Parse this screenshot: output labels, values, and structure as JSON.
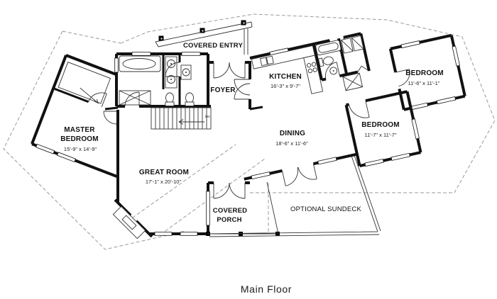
{
  "plan": {
    "caption": "Main Floor",
    "colors": {
      "walls": "#111111",
      "fixtures": "#333333",
      "roof_dashed": "#9a9a9a",
      "background": "#ffffff"
    },
    "labels": {
      "covered_entry": "COVERED ENTRY",
      "foyer": "FOYER",
      "kitchen": "KITCHEN",
      "kitchen_dims": "16'-3\" x 9'-7\"",
      "bedroom_right": "BEDROOM",
      "bedroom_right_dims": "11'-6\" x 11'-1\"",
      "master_line1": "MASTER",
      "master_line2": "BEDROOM",
      "master_dims": "15'-9\" x 14'-9\"",
      "dining": "DINING",
      "dining_dims": "18'-6\" x 11'-6\"",
      "bedroom_mid": "BEDROOM",
      "bedroom_mid_dims": "11'-7\" x 11'-7\"",
      "great_room": "GREAT ROOM",
      "great_room_dims": "17'-1\" x 20'-10\"",
      "porch_line1": "COVERED",
      "porch_line2": "PORCH",
      "sundeck": "OPTIONAL SUNDECK",
      "stairs": "DN"
    }
  }
}
